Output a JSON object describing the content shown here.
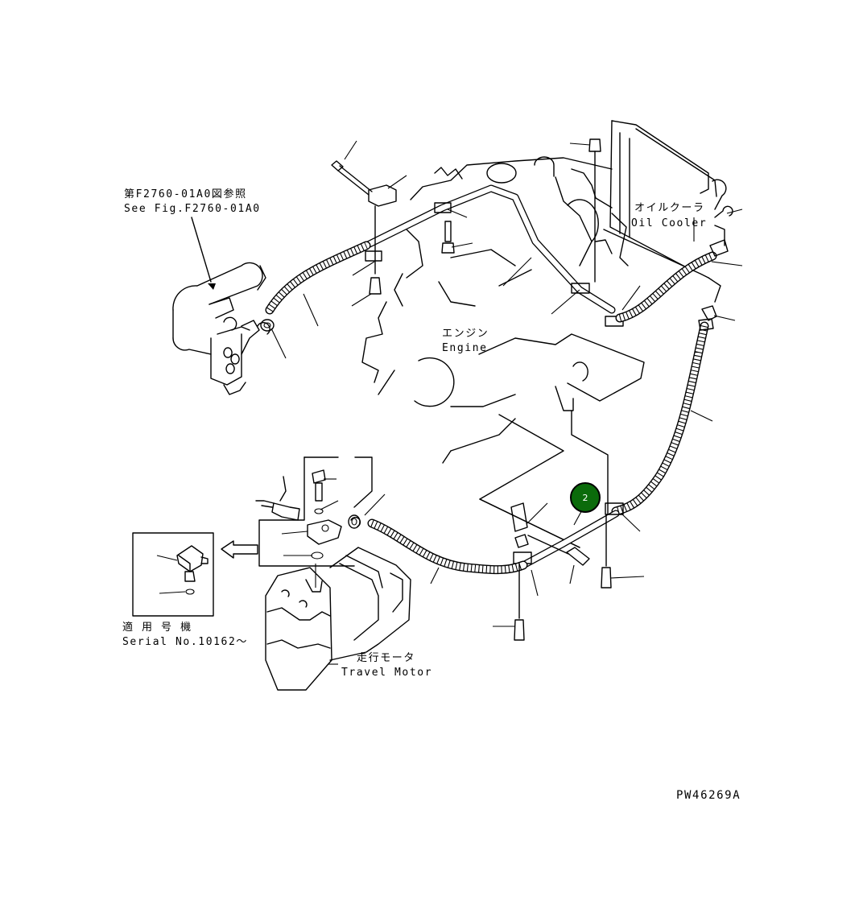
{
  "diagram": {
    "reference_note": {
      "jp": "第F2760-01A0図参照",
      "en": "See Fig.F2760-01A0"
    },
    "labels": {
      "oil_cooler_jp": "オイルクーラ",
      "oil_cooler_en": "Oil Cooler",
      "engine_jp": "エンジン",
      "engine_en": "Engine",
      "travel_motor_jp": "走行モータ",
      "travel_motor_en": "Travel Motor",
      "serial_jp": "適 用 号 機",
      "serial_en": "Serial No.10162～"
    },
    "callout_number": "2",
    "drawing_number": "PW46269A",
    "callout_color": "#0b6b0b"
  }
}
